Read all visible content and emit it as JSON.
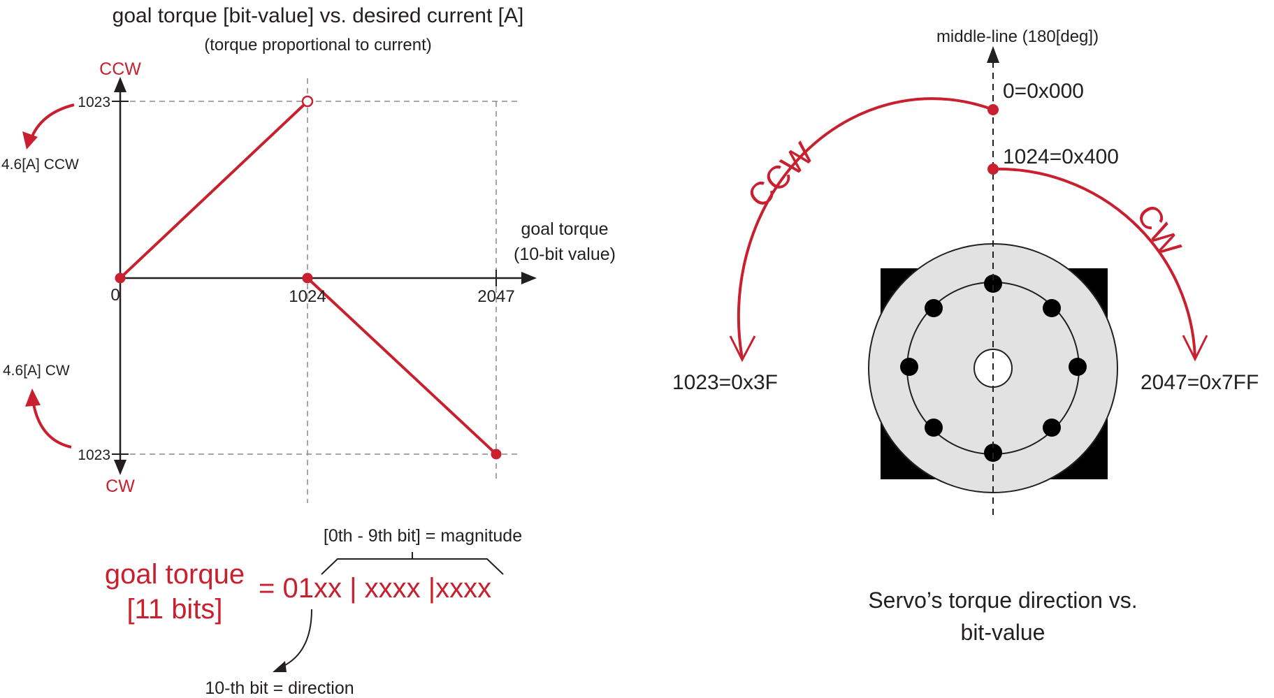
{
  "left_graph": {
    "title": "goal torque [bit-value] vs. desired current [A]",
    "subtitle": "(torque proportional to current)",
    "ccw_label": "CCW",
    "cw_label": "CW",
    "y_top_tick": "1023",
    "y_bottom_tick": "1023",
    "current_ccw": "4.6[A] CCW",
    "current_cw": "4.6[A] CW",
    "x_axis_label_1": "goal torque",
    "x_axis_label_2": "(10-bit value)",
    "x_tick_0": "0",
    "x_tick_1024": "1024",
    "x_tick_2047": "2047"
  },
  "bits": {
    "label_line1": "goal torque",
    "label_line2": "[11 bits]",
    "expression": "= 01xx | xxxx |xxxx",
    "magnitude_label": "[0th - 9th bit] = magnitude",
    "direction_label": "10-th bit = direction"
  },
  "servo": {
    "middle_line_label": "middle-line (180[deg])",
    "zero_label": "0=0x000",
    "v1024_label": "1024=0x400",
    "v1023_label": "1023=0x3F",
    "v2047_label": "2047=0x7FF",
    "ccw_label": "CCW",
    "cw_label": "CW",
    "caption_line1": "Servo’s torque direction vs.",
    "caption_line2": "bit-value"
  },
  "colors": {
    "accent_red": "#c8202f",
    "ink": "#231f20",
    "servo_fill": "#e2e2e2"
  }
}
